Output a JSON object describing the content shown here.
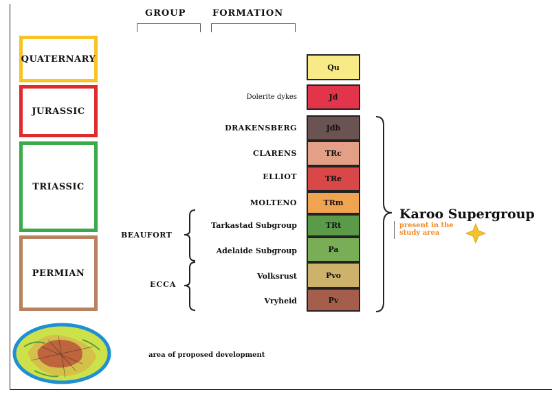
{
  "headers": {
    "group": "GROUP",
    "formation": "FORMATION"
  },
  "periods": [
    {
      "label": "QUATERNARY",
      "color": "#f7c325"
    },
    {
      "label": "JURASSIC",
      "color": "#de2b2b"
    },
    {
      "label": "TRIASSIC",
      "color": "#3aab48"
    },
    {
      "label": "PERMIAN",
      "color": "#b88260"
    }
  ],
  "units": [
    {
      "label": "",
      "code": "Qu",
      "color": "#f8ea86"
    },
    {
      "label": "Dolerite dykes",
      "code": "Jd",
      "color": "#e2344a"
    },
    {
      "label": "DRAKENSBERG",
      "code": "Jdb",
      "color": "#6b5352"
    },
    {
      "label": "CLARENS",
      "code": "TRc",
      "color": "#e3a086"
    },
    {
      "label": "ELLIOT",
      "code": "TRe",
      "color": "#d94848"
    },
    {
      "label": "MOLTENO",
      "code": "TRm",
      "color": "#f0a452"
    },
    {
      "label": "Tarkastad Subgroup",
      "code": "TRt",
      "color": "#5b9a48"
    },
    {
      "label": "Adelaide Subgroup",
      "code": "Pa",
      "color": "#7aae56"
    },
    {
      "label": "Volksrust",
      "code": "Pvo",
      "color": "#cdb26c"
    },
    {
      "label": "Vryheid",
      "code": "Pv",
      "color": "#a55e4c"
    }
  ],
  "groups": {
    "beaufort": "BEAUFORT",
    "ecca": "ECCA"
  },
  "karoo": {
    "title": "Karoo Supergroup",
    "note": "present in the study area",
    "star_color": "#f2c232"
  },
  "legend": {
    "label": "area of proposed development",
    "ellipse_fill": "#cde24a",
    "ellipse_stroke": "#1f8fd4"
  }
}
